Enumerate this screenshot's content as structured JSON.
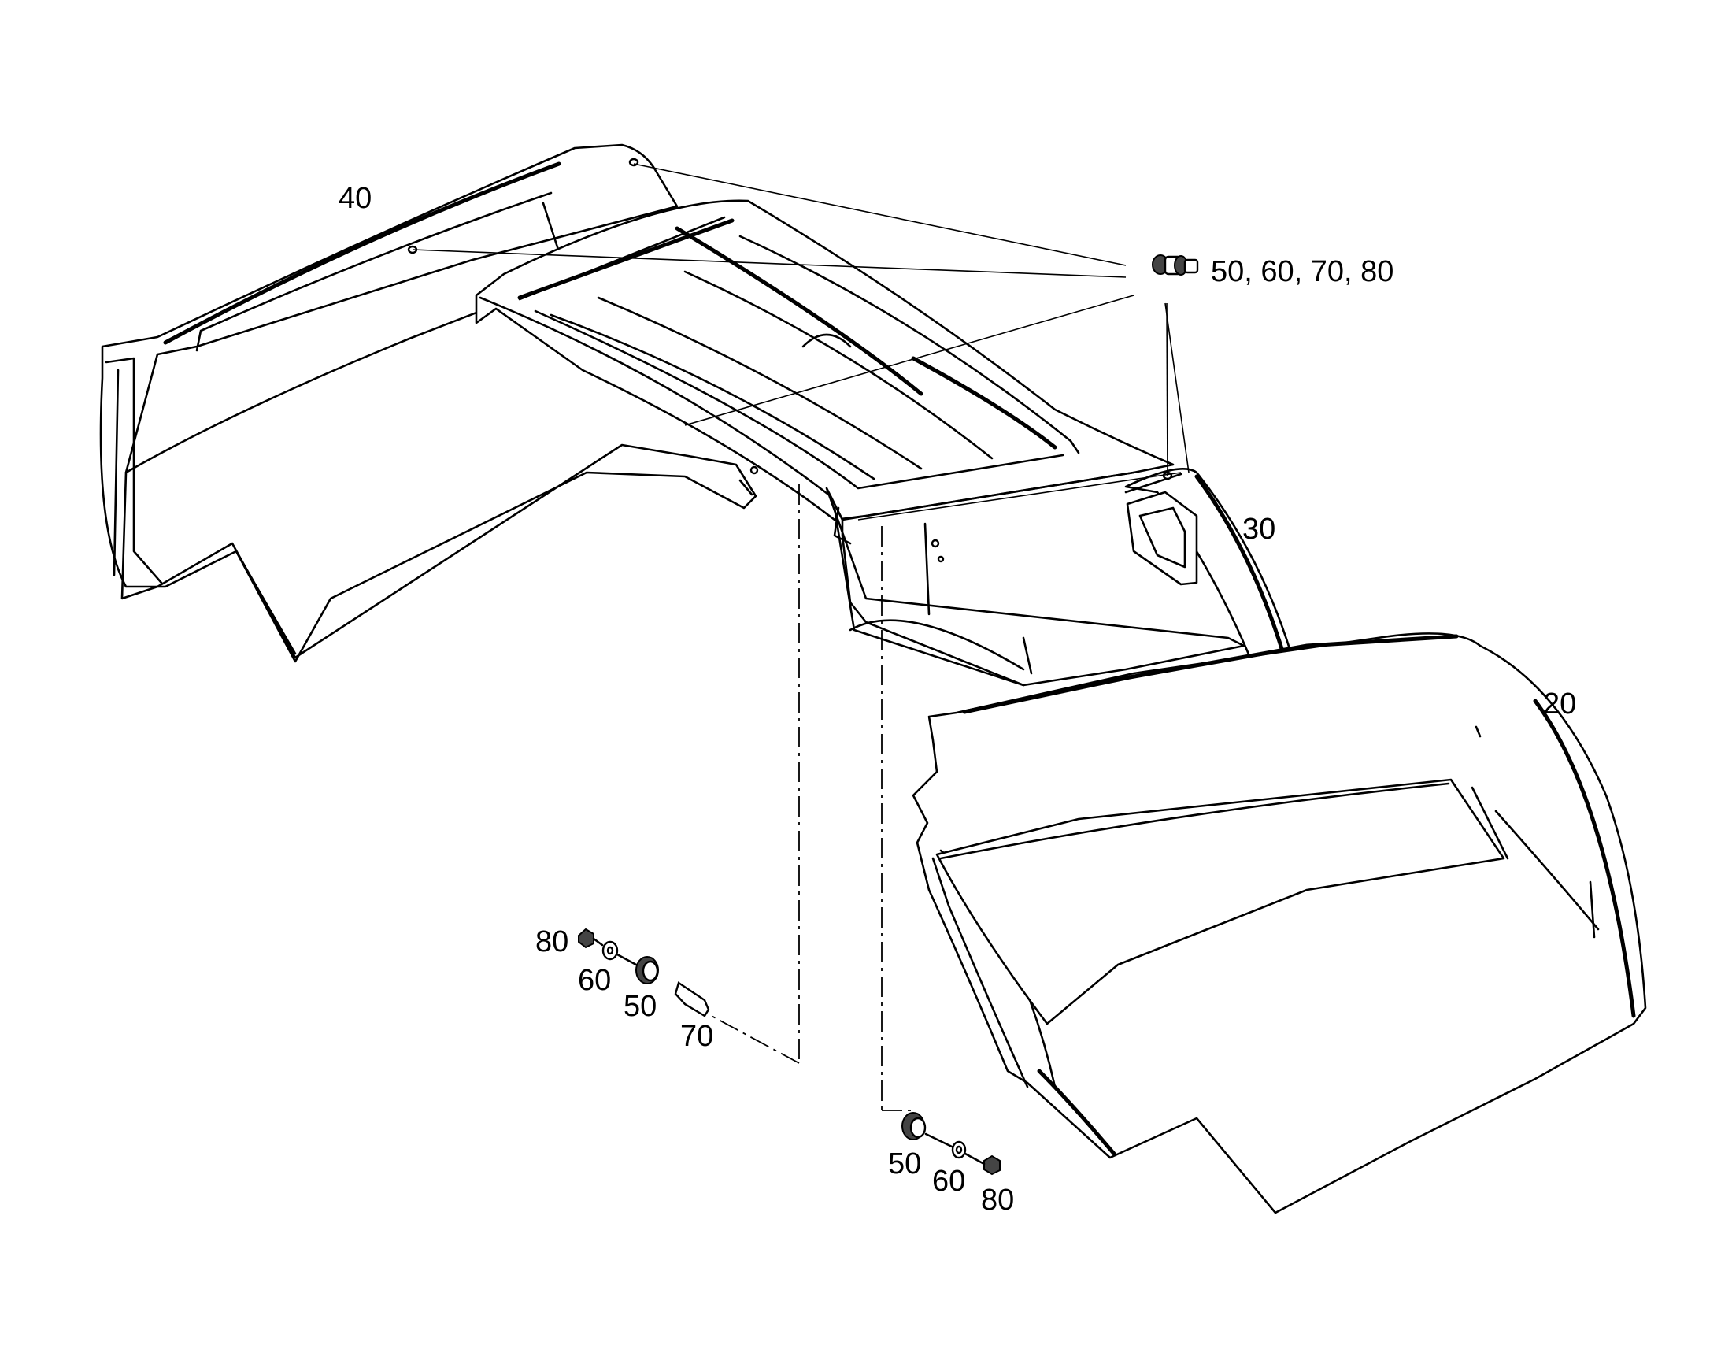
{
  "labels": {
    "panel_40": "40",
    "panel_30": "30",
    "panel_20": "20",
    "callout_kit": "50, 60, 70, 80",
    "left_80": "80",
    "left_60": "60",
    "left_50": "50",
    "left_70": "70",
    "right_50": "50",
    "right_60": "60",
    "right_80": "80"
  },
  "colors": {
    "line": "#000000",
    "background": "#ffffff"
  }
}
